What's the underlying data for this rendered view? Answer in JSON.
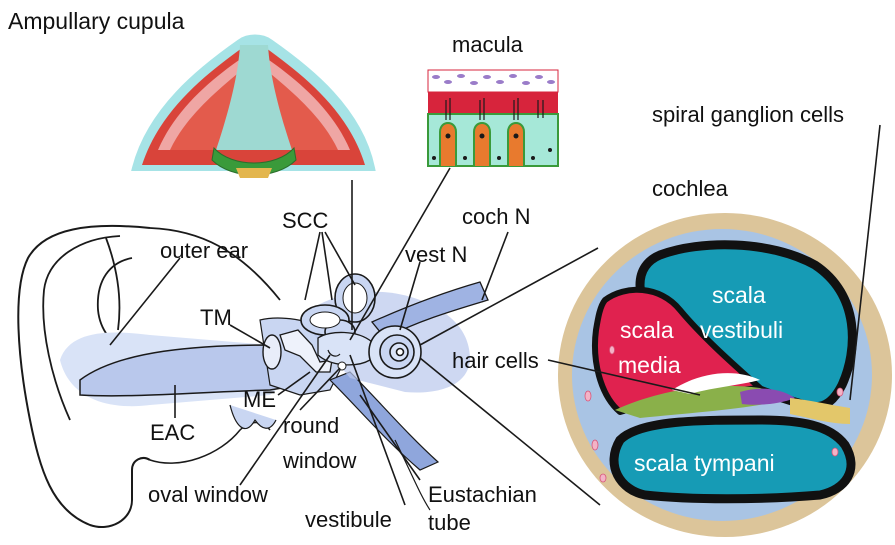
{
  "labels": {
    "ampullary_cupula": "Ampullary cupula",
    "macula": "macula",
    "spiral_ganglion_cells": "spiral ganglion cells",
    "cochlea": "cochlea",
    "scc": "SCC",
    "coch_n": "coch N",
    "vest_n": "vest N",
    "outer_ear": "outer ear",
    "tm": "TM",
    "me": "ME",
    "eac": "EAC",
    "round_window_1": "round",
    "round_window_2": "window",
    "oval_window": "oval window",
    "vestibule": "vestibule",
    "eustachian_1": "Eustachian",
    "eustachian_2": "tube",
    "hair_cells": "hair cells",
    "scala_vestibuli_1": "scala",
    "scala_vestibuli_2": "vestibuli",
    "scala_media_1": "scala",
    "scala_media_2": "media",
    "scala_tympani": "scala tympani"
  },
  "colors": {
    "skin_outline": "#1a1a1a",
    "canal_blue": "#b9c8ec",
    "canal_light": "#d9e3f7",
    "inner_ear_blue": "#9fb3e3",
    "cochlea_bone": "#dcc59a",
    "cochlea_perilymph": "#a9c4e4",
    "scala_teal": "#169bb5",
    "scala_media_red": "#e0224f",
    "cupula_teal": "#9ed9d2",
    "cupula_red": "#d9443a",
    "cupula_pink": "#f2b7b7",
    "cupula_border": "#a6e3e6",
    "hair_green": "#3a9a3a",
    "macula_red": "#d7243c",
    "macula_cell_orange": "#e87a2e",
    "ganglion_yellow": "#e3c76a"
  }
}
